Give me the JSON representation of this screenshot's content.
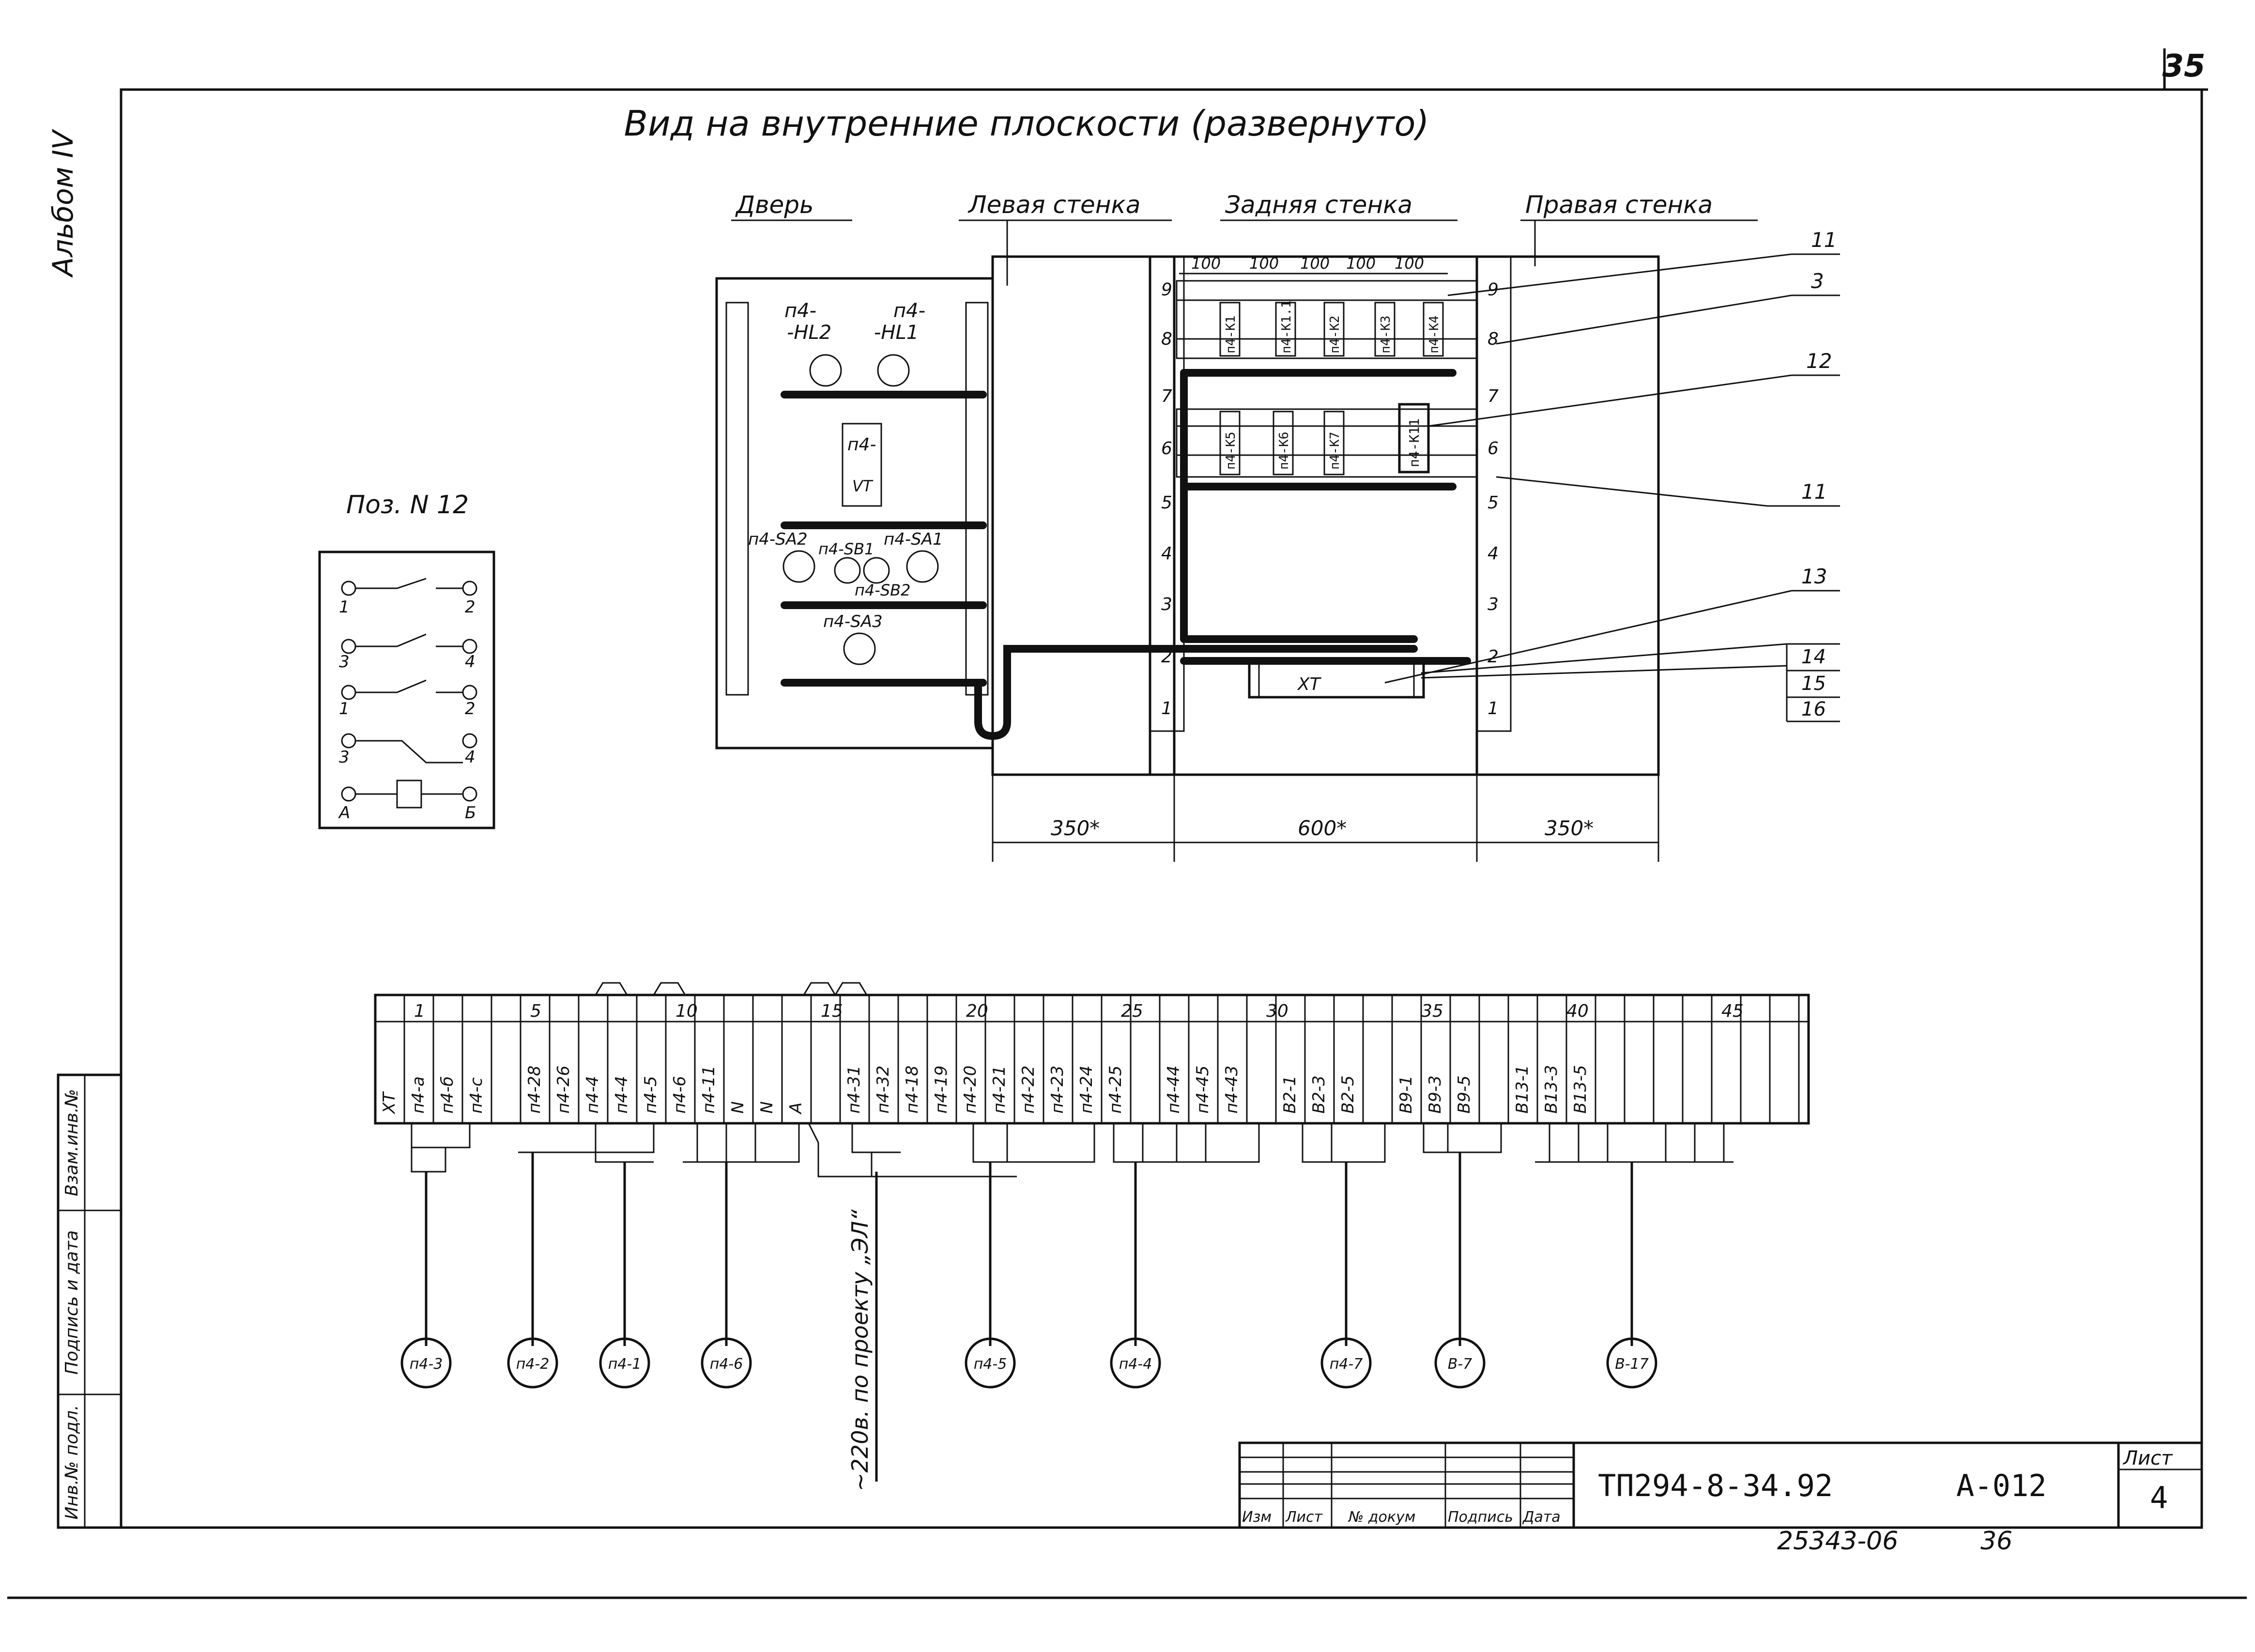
{
  "page_number": "35",
  "title": "Вид на внутренние плоскости (развернуто)",
  "side_label": "Альбом IV",
  "panel_headings": [
    "Дверь",
    "Левая стенка",
    "Задняя стенка",
    "Правая стенка"
  ],
  "door_devices": [
    "п4-",
    "-HL2",
    "п4-",
    "-HL1",
    "п4-",
    "VT",
    "п4-SA2",
    "п4-SB1",
    "п4-SA1",
    "п4-SB2",
    "п4-SA3"
  ],
  "rear_devices": [
    "п4-К1",
    "п4-К1.1",
    "п4-К2",
    "п4-К3",
    "п4-К4",
    "п4-К5",
    "п4-К6",
    "п4-К7",
    "п4-К11",
    "XT"
  ],
  "top_dims": [
    "100",
    "100",
    "100",
    "100",
    "100"
  ],
  "rail_numbers": [
    "9",
    "8",
    "7",
    "6",
    "5",
    "4",
    "3",
    "2",
    "1"
  ],
  "callouts": [
    "11",
    "3",
    "12",
    "11",
    "13",
    "14",
    "15",
    "16"
  ],
  "bottom_dims": [
    "350*",
    "600*",
    "350*"
  ],
  "poz_title": "Поз. N 12",
  "poz_terminals": [
    "1",
    "2",
    "3",
    "4",
    "1",
    "2",
    "3",
    "4",
    "А",
    "Б"
  ],
  "strip_numbers": [
    "1",
    "5",
    "10",
    "15",
    "20",
    "25",
    "30",
    "35",
    "40",
    "45"
  ],
  "strip_labels": [
    "XT",
    "п4-а",
    "п4-б",
    "п4-с",
    "",
    "п4-28",
    "п4-26",
    "п4-4",
    "п4-4",
    "п4-5",
    "п4-6",
    "п4-11",
    "N",
    "N",
    "А",
    "",
    "п4-31",
    "п4-32",
    "п4-18",
    "п4-19",
    "п4-20",
    "п4-21",
    "п4-22",
    "п4-23",
    "п4-24",
    "п4-25",
    "",
    "п4-44",
    "п4-45",
    "п4-43",
    "",
    "В2-1",
    "В2-3",
    "В2-5",
    "",
    "В9-1",
    "В9-3",
    "В9-5",
    "",
    "В13-1",
    "В13-3",
    "В13-5"
  ],
  "cables": [
    "п4-3",
    "п4-2",
    "п4-1",
    "п4-6",
    "п4-5",
    "п4-4",
    "п4-7",
    "В-7",
    "В-17"
  ],
  "supply_note": "~220в. по проекту „ЭЛ“",
  "side_stamp": [
    "Инв.№ подл.",
    "Подпись и дата",
    "Взам.инв.№"
  ],
  "title_block": {
    "headers": [
      "Изм",
      "Лист",
      "№ докум",
      "Подпись",
      "Дата"
    ],
    "designation": "ТП294-8-34.92",
    "drawing_code": "А-012",
    "sheet_label": "Лист",
    "sheet_number": "4"
  },
  "archive_number": "25343-06",
  "archive_suffix": "36"
}
